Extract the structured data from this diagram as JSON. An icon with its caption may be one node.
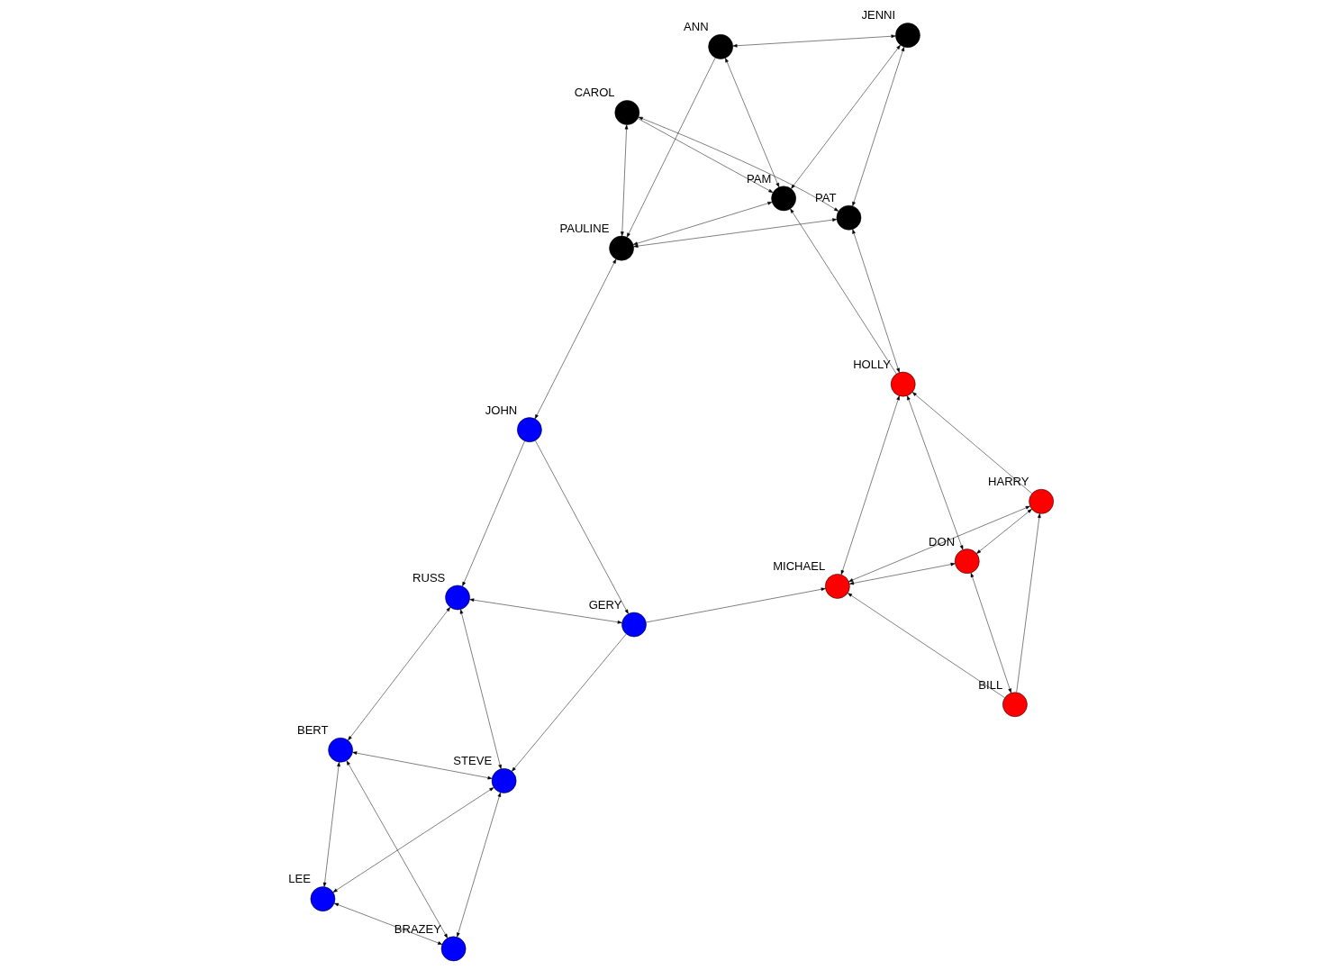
{
  "diagram": {
    "nodes": [
      {
        "text": [
          "BILL"
        ]
      },
      {
        "text": [
          "DON"
        ]
      },
      {
        "text": [
          "HARRY"
        ]
      },
      {
        "text": [
          "MICHAEL"
        ]
      },
      {
        "text": [
          "HOLLY"
        ]
      },
      {
        "text": [
          "PAT"
        ]
      },
      {
        "text": [
          "GERY"
        ]
      },
      {
        "text": [
          "LEE"
        ]
      },
      {
        "text": [
          "STEVE"
        ]
      },
      {
        "text": [
          "PAM"
        ]
      },
      {
        "text": [
          "JENNI"
        ]
      },
      {
        "text": [
          "BRAZEY"
        ]
      },
      {
        "text": [
          "RUSS"
        ]
      },
      {
        "text": [
          "JOHN"
        ]
      },
      {
        "text": [
          "PAULINE"
        ]
      },
      {
        "text": [
          "CAROL"
        ]
      },
      {
        "text": [
          "BERT"
        ]
      },
      {
        "text": [
          "ANN"
        ]
      }
    ],
    "edges": [
      {
        "from": 0,
        "to": 1,
        "arrow": "both"
      },
      {
        "from": 0,
        "to": 2,
        "arrow": "to"
      },
      {
        "from": 0,
        "to": 3,
        "arrow": "to"
      },
      {
        "from": 2,
        "to": 1,
        "arrow": "both"
      },
      {
        "from": 1,
        "to": 4,
        "arrow": "both"
      },
      {
        "from": 1,
        "to": 3,
        "arrow": "both"
      },
      {
        "from": 2,
        "to": 3,
        "arrow": "both"
      },
      {
        "from": 2,
        "to": 4,
        "arrow": "to"
      },
      {
        "from": 3,
        "to": 4,
        "arrow": "both"
      },
      {
        "from": 6,
        "to": 3,
        "arrow": "to"
      },
      {
        "from": 4,
        "to": 5,
        "arrow": "both"
      },
      {
        "from": 4,
        "to": 9,
        "arrow": "to"
      },
      {
        "from": 14,
        "to": 5,
        "arrow": "both"
      },
      {
        "from": 14,
        "to": 9,
        "arrow": "both"
      },
      {
        "from": 5,
        "to": 15,
        "arrow": "both"
      },
      {
        "from": 5,
        "to": 10,
        "arrow": "both"
      },
      {
        "from": 9,
        "to": 10,
        "arrow": "both"
      },
      {
        "from": 15,
        "to": 9,
        "arrow": "to"
      },
      {
        "from": 9,
        "to": 17,
        "arrow": "both"
      },
      {
        "from": 14,
        "to": 15,
        "arrow": "both"
      },
      {
        "from": 10,
        "to": 17,
        "arrow": "both"
      },
      {
        "from": 17,
        "to": 14,
        "arrow": "to"
      },
      {
        "from": 13,
        "to": 14,
        "arrow": "both"
      },
      {
        "from": 7,
        "to": 8,
        "arrow": "both"
      },
      {
        "from": 7,
        "to": 11,
        "arrow": "both"
      },
      {
        "from": 11,
        "to": 8,
        "arrow": "both"
      },
      {
        "from": 16,
        "to": 7,
        "arrow": "both"
      },
      {
        "from": 11,
        "to": 16,
        "arrow": "both"
      },
      {
        "from": 8,
        "to": 16,
        "arrow": "both"
      },
      {
        "from": 8,
        "to": 12,
        "arrow": "both"
      },
      {
        "from": 6,
        "to": 8,
        "arrow": "to"
      },
      {
        "from": 16,
        "to": 12,
        "arrow": "both"
      },
      {
        "from": 6,
        "to": 12,
        "arrow": "both"
      },
      {
        "from": 13,
        "to": 6,
        "arrow": "to"
      },
      {
        "from": 13,
        "to": 12,
        "arrow": "to"
      }
    ]
  }
}
